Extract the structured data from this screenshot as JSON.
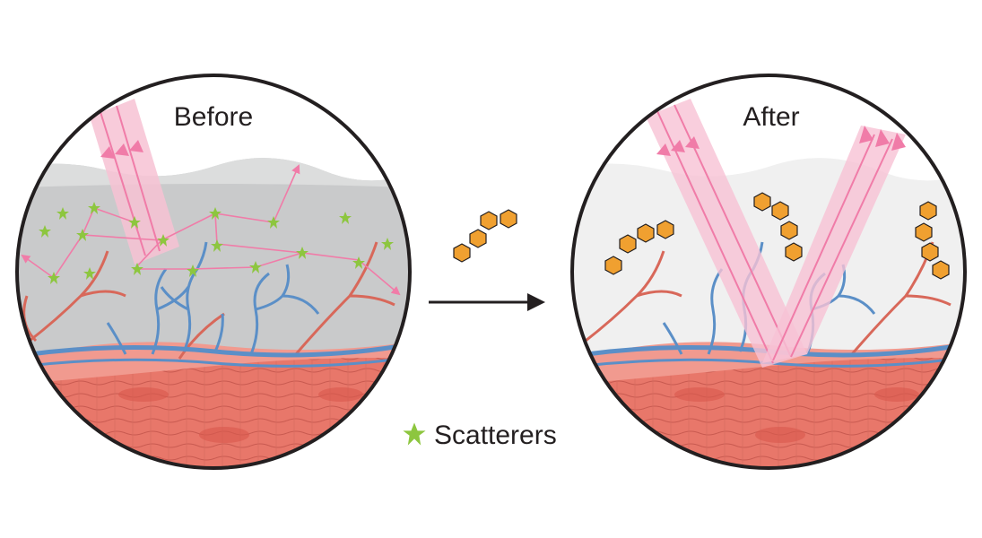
{
  "panels": {
    "before": {
      "label": "Before"
    },
    "after": {
      "label": "After"
    }
  },
  "legend": {
    "label": "Scatterers",
    "icon": "star-icon"
  },
  "colors": {
    "scatterer": "#8dc63f",
    "beam": "#f07ca8",
    "beam_fill": "#f7c2d4",
    "molecule": "#f0a030",
    "vessel_blue": "#5b8fc7",
    "vessel_red": "#d8685a",
    "tissue": "#e8776a",
    "outline": "#231f20"
  }
}
